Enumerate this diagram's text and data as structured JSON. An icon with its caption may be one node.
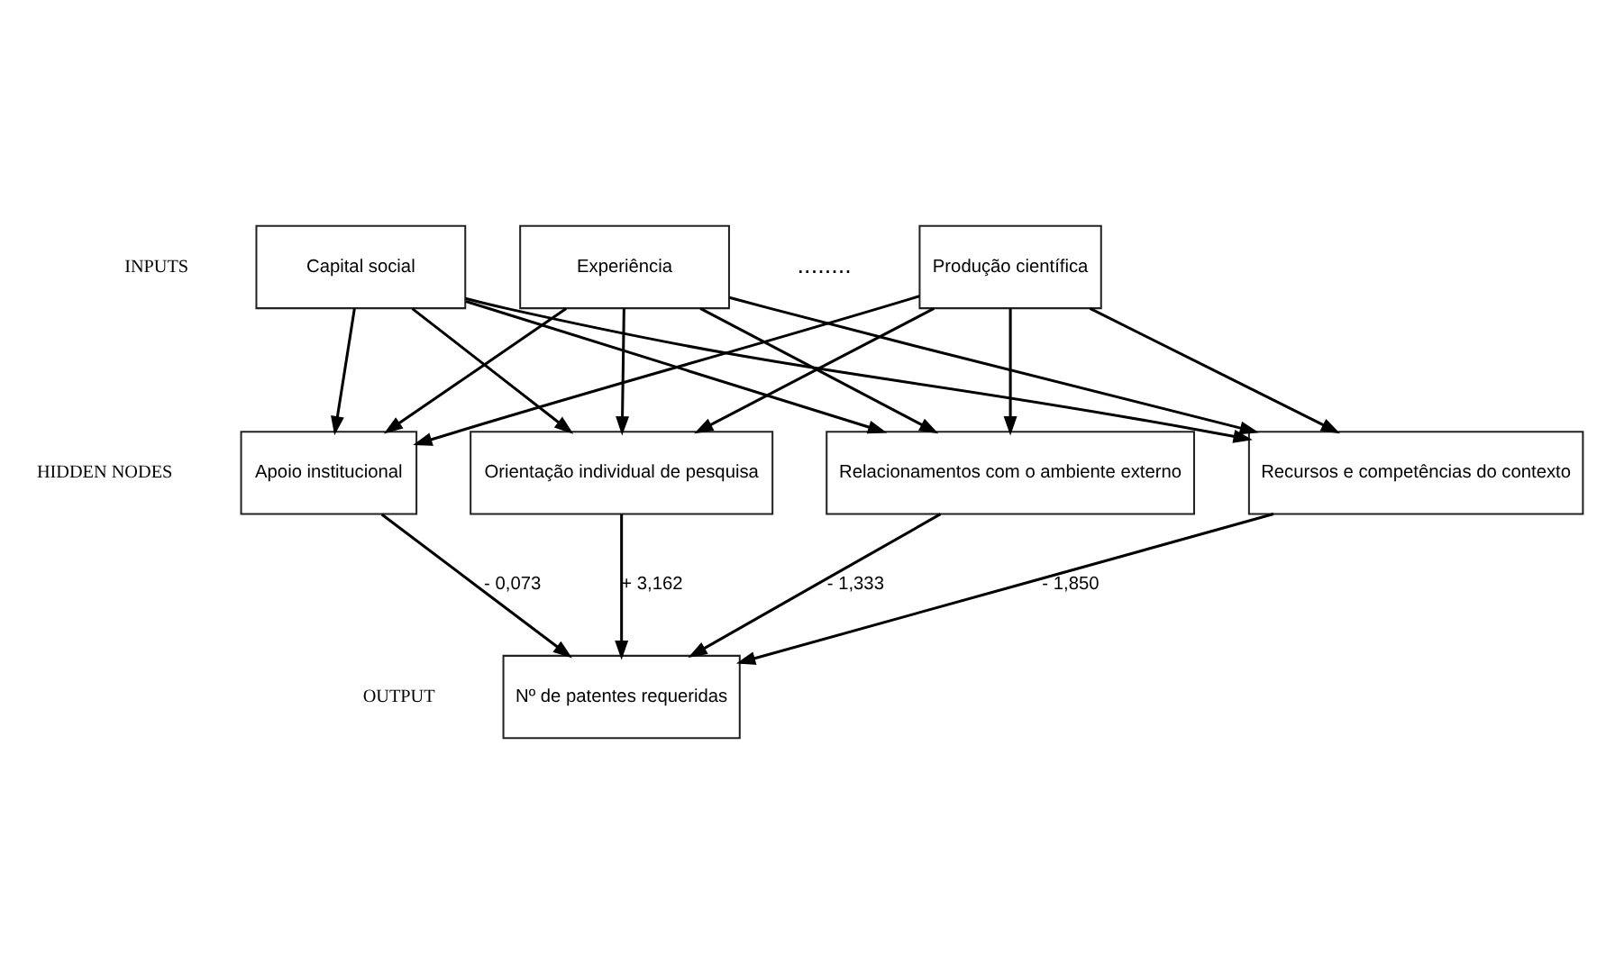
{
  "diagram": {
    "nodes": [
      {
        "text": [
          "Capital social"
        ]
      },
      {
        "text": [
          "Experiência"
        ]
      },
      {
        "text": [
          "Produção científica"
        ]
      },
      {
        "text": [
          "Apoio institucional"
        ]
      },
      {
        "text": [
          "Orientação individual de pesquisa"
        ]
      },
      {
        "text": [
          "Relacionamentos com o ambiente externo"
        ]
      },
      {
        "text": [
          "Recursos e competências do contexto"
        ]
      },
      {
        "text": [
          "Nº de patentes requeridas"
        ]
      }
    ],
    "edges": [
      {
        "from": 0,
        "to": 3,
        "arrow": "to"
      },
      {
        "from": 0,
        "to": 4,
        "arrow": "to"
      },
      {
        "from": 0,
        "to": 5,
        "arrow": "to"
      },
      {
        "from": 0,
        "to": 6,
        "arrow": "to"
      },
      {
        "from": 1,
        "to": 3,
        "arrow": "to"
      },
      {
        "from": 1,
        "to": 4,
        "arrow": "to"
      },
      {
        "from": 1,
        "to": 5,
        "arrow": "to"
      },
      {
        "from": 1,
        "to": 6,
        "arrow": "to"
      },
      {
        "from": 2,
        "to": 3,
        "arrow": "to"
      },
      {
        "from": 2,
        "to": 4,
        "arrow": "to"
      },
      {
        "from": 2,
        "to": 5,
        "arrow": "to"
      },
      {
        "from": 2,
        "to": 6,
        "arrow": "to"
      },
      {
        "from": 3,
        "to": 7,
        "arrow": "to",
        "label": "- 0,073"
      },
      {
        "from": 4,
        "to": 7,
        "arrow": "to",
        "label": "+ 3,162"
      },
      {
        "from": 5,
        "to": 7,
        "arrow": "to",
        "label": "- 1,333"
      },
      {
        "from": 6,
        "to": 7,
        "arrow": "to",
        "label": "- 1,850"
      }
    ],
    "labels": [
      "INPUTS",
      "HIDDEN NODES",
      "OUTPUT",
      "........"
    ]
  }
}
